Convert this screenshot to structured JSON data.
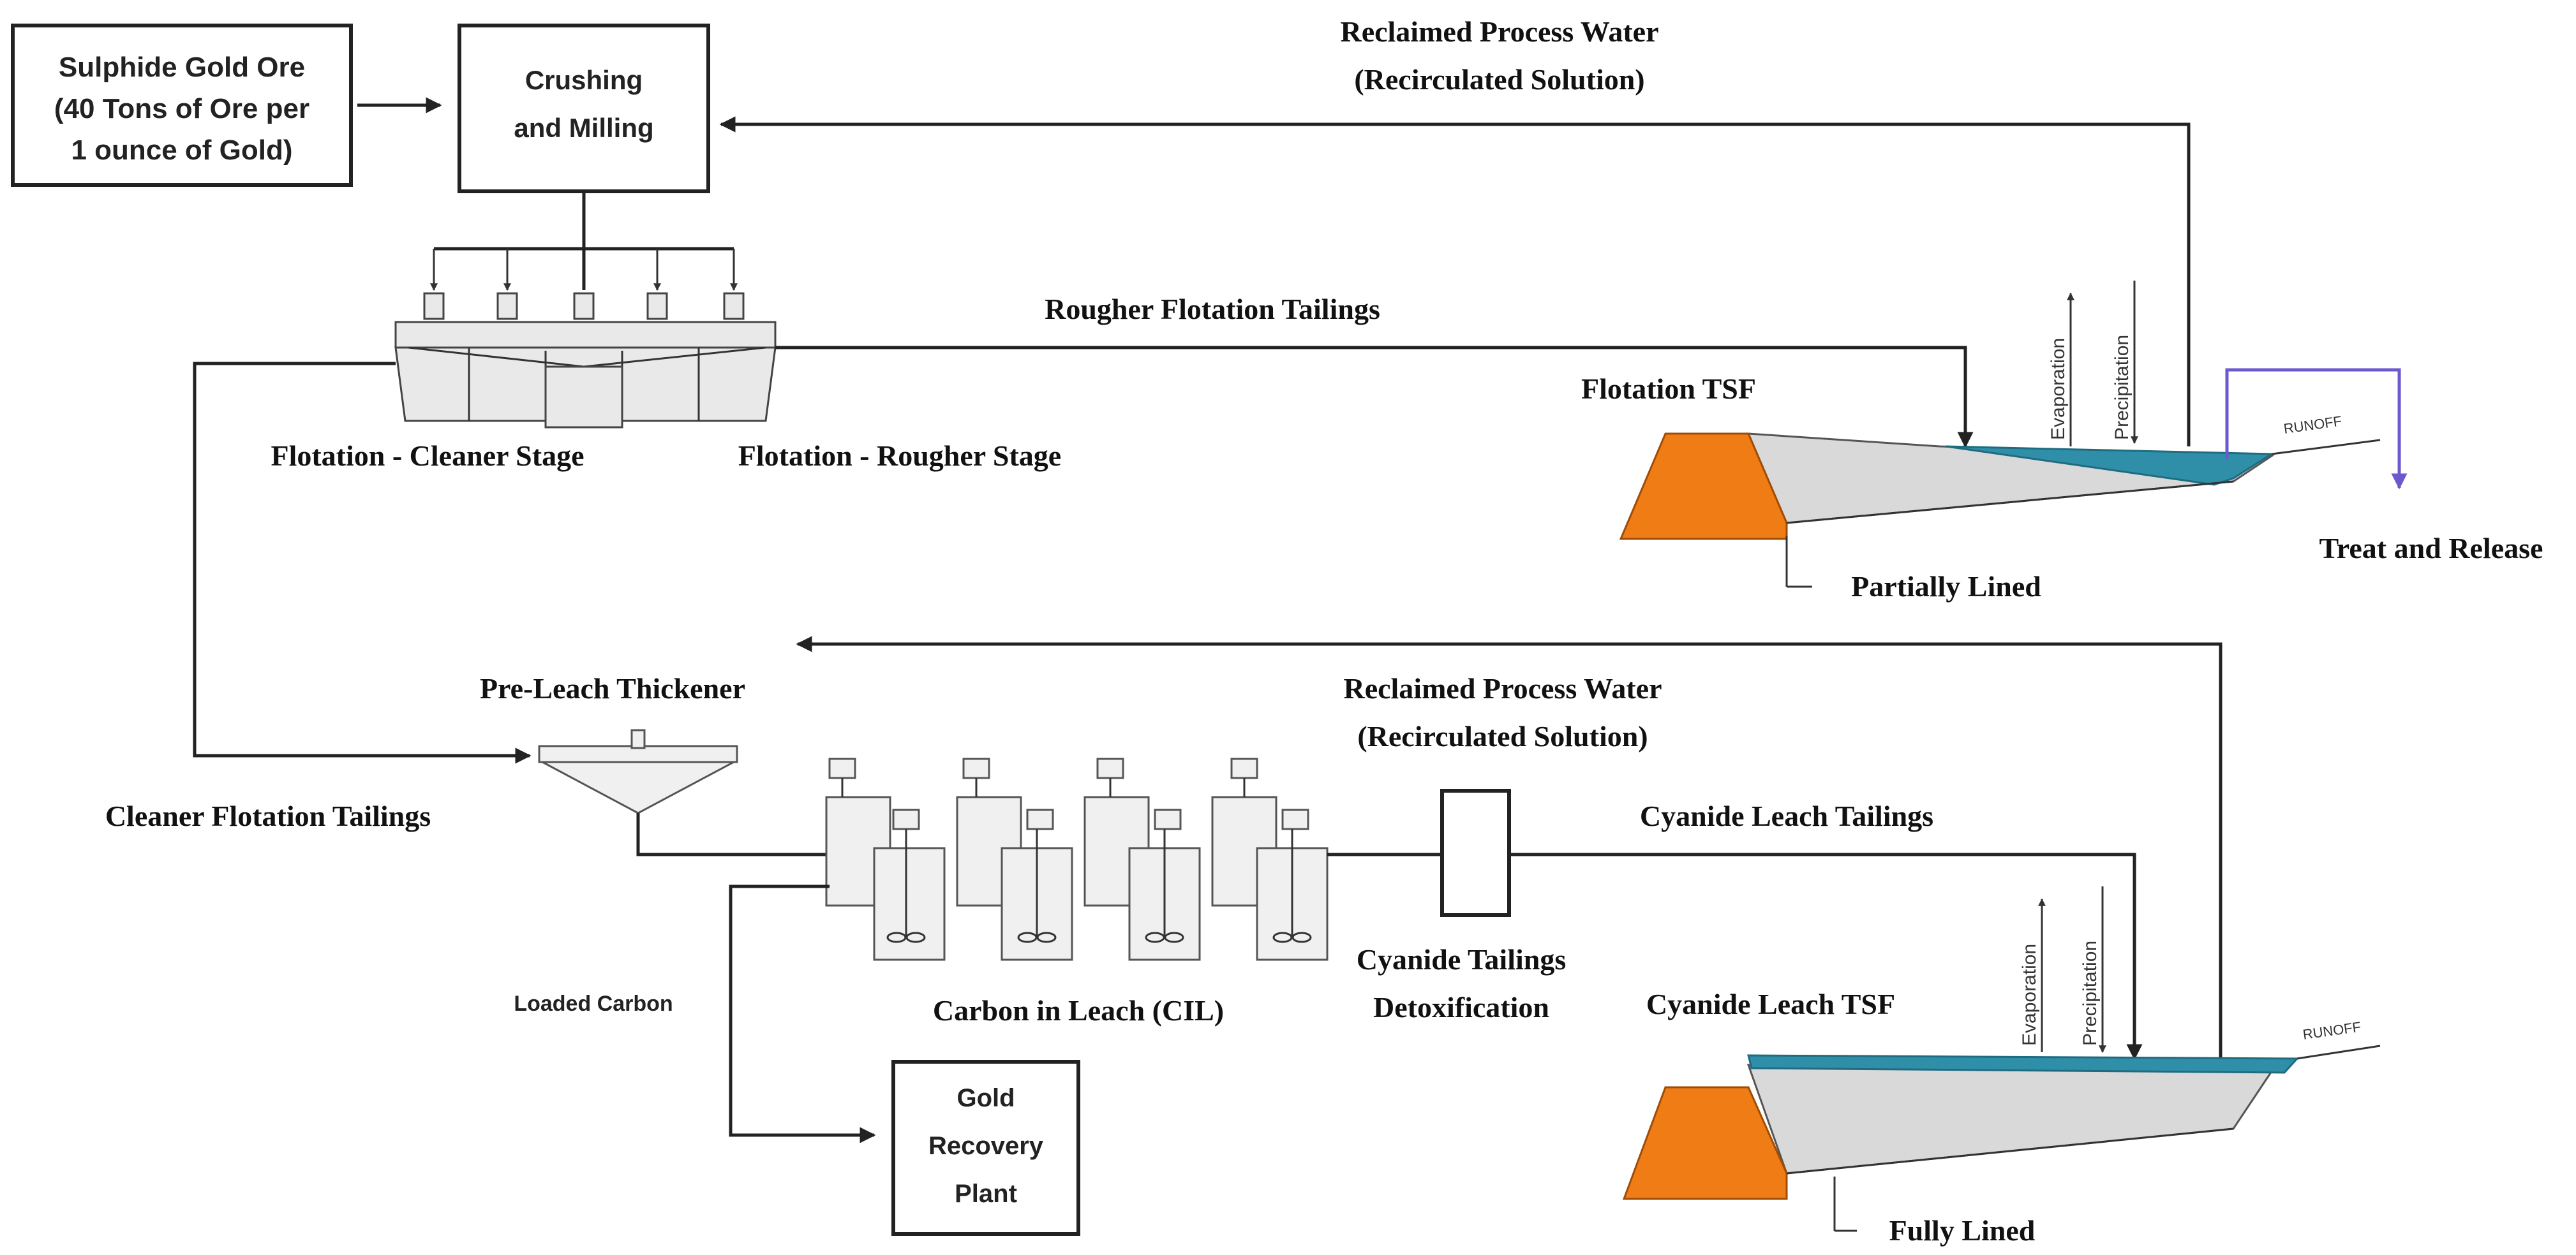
{
  "labels": {
    "ore_line1": "Sulphide Gold Ore",
    "ore_line2": "(40 Tons of Ore per",
    "ore_line3": "1 ounce of Gold)",
    "crushing_line1": "Crushing",
    "crushing_line2": "and Milling",
    "reclaimed_top_line1": "Reclaimed Process Water",
    "reclaimed_top_line2": "(Recirculated Solution)",
    "rougher_tailings": "Rougher Flotation Tailings",
    "flotation_cleaner": "Flotation - Cleaner Stage",
    "flotation_rougher": "Flotation - Rougher Stage",
    "flotation_tsf": "Flotation TSF",
    "evaporation": "Evaporation",
    "precipitation": "Precipitation",
    "runoff": "RUNOFF",
    "partially_lined": "Partially Lined",
    "treat_release": "Treat and Release",
    "reclaimed_bottom_line1": "Reclaimed Process Water",
    "reclaimed_bottom_line2": "(Recirculated Solution)",
    "pre_leach": "Pre-Leach Thickener",
    "cleaner_tailings": "Cleaner Flotation Tailings",
    "cyanide_leach_tailings": "Cyanide Leach Tailings",
    "loaded_carbon": "Loaded Carbon",
    "cil": "Carbon in Leach (CIL)",
    "detox_line1": "Cyanide Tailings",
    "detox_line2": "Detoxification",
    "cyanide_tsf": "Cyanide Leach TSF",
    "gold_line1": "Gold",
    "gold_line2": "Recovery",
    "gold_line3": "Plant",
    "fully_lined": "Fully Lined"
  },
  "colors": {
    "dam": "#f07c16",
    "tailings": "#d9d9d9",
    "water": "#2f8ea8",
    "release_line": "#6a5acd"
  }
}
